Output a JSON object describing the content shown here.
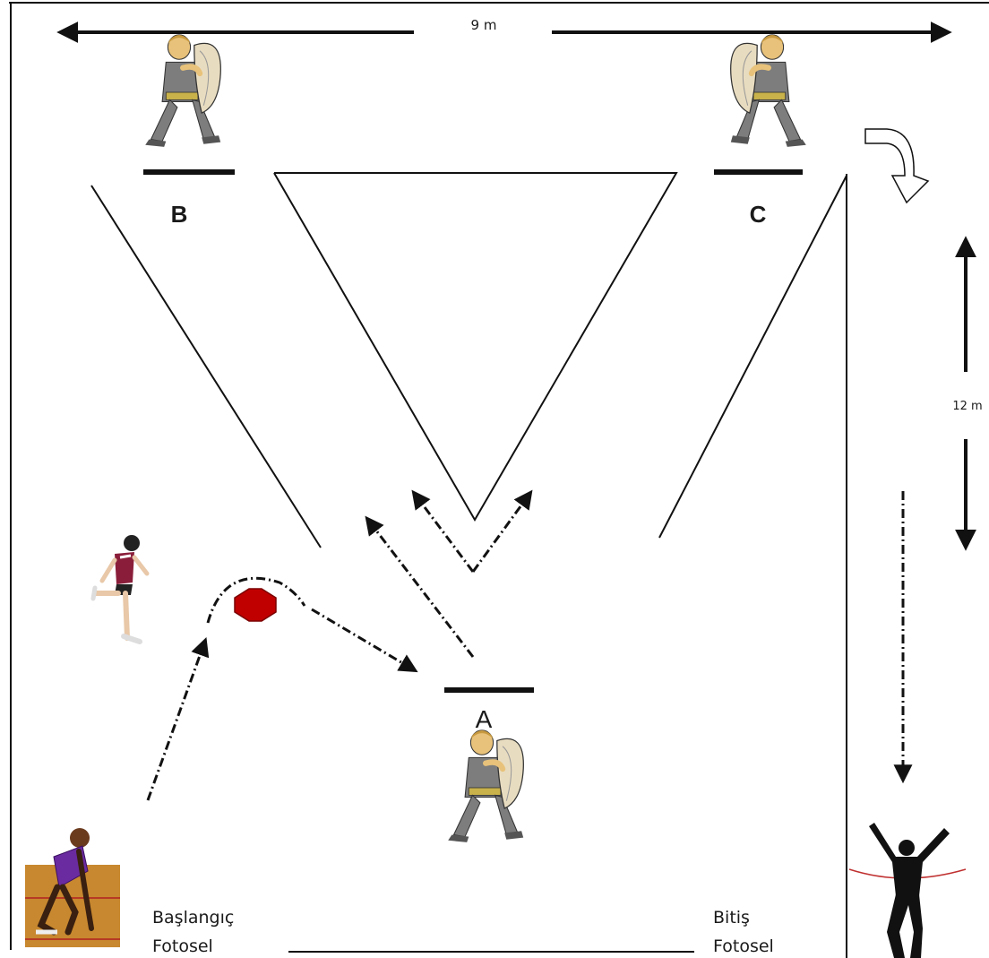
{
  "dimensions": {
    "width_label": "9 m",
    "height_label": "12 m"
  },
  "stations": {
    "a": "A",
    "b": "B",
    "c": "C"
  },
  "start": {
    "line1": "Başlangıç",
    "line2": "Fotosel"
  },
  "finish": {
    "line1": "Bitiş",
    "line2": "Fotosel"
  },
  "colors": {
    "line": "#111111",
    "cone": "#c00000",
    "figure_gray": "#7d7d7d",
    "pad_beige": "#e8dcc0",
    "track": "#c8882f",
    "jersey": "#6a2aa0"
  },
  "icons": {
    "cone": "red-octagon-cone",
    "holder": "pad-holder-figure",
    "start_runner": "crouched-sprinter",
    "side_runner": "running-athlete",
    "finisher": "finishing-runner-silhouette",
    "turn": "curved-turn-arrow"
  }
}
